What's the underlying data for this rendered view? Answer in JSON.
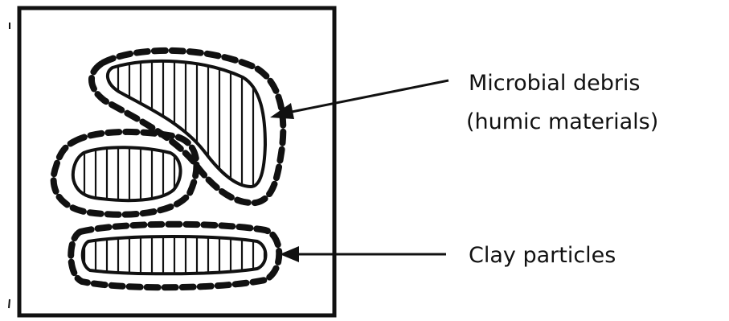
{
  "labels": {
    "microbial_line1": "Microbial debris",
    "microbial_line2": "(humic materials)",
    "clay": "Clay particles"
  }
}
